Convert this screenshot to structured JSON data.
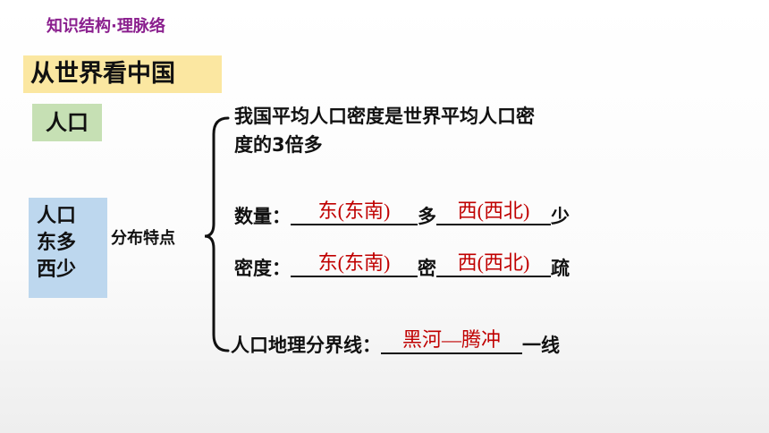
{
  "header": {
    "section_label": "知识结构·理脉络",
    "chapter_title": "从世界看中国"
  },
  "topic": "人口",
  "main_point": {
    "lines": [
      "人口",
      "东多",
      "西少"
    ]
  },
  "feature_label": "分布特点",
  "density_fact": {
    "line1": "我国平均人口密度是世界平均人口密",
    "line2": "度的3倍多"
  },
  "quantity": {
    "label": "数量：",
    "answer1": "东(东南)",
    "connector": "多",
    "answer2": "西(西北)",
    "suffix": "少"
  },
  "density": {
    "label": "密度：",
    "answer1": "东(东南)",
    "connector": "密",
    "answer2": "西(西北)",
    "suffix": "疏"
  },
  "boundary": {
    "label": "人口地理分界线：",
    "answer": "黑河—腾冲",
    "suffix": "一线"
  },
  "colors": {
    "answer": "#c00000",
    "section_label": "#8a1f8e",
    "title_bg": "#fbe7a1",
    "topic_bg": "#c6e0b4",
    "main_bg": "#bdd7ee"
  }
}
